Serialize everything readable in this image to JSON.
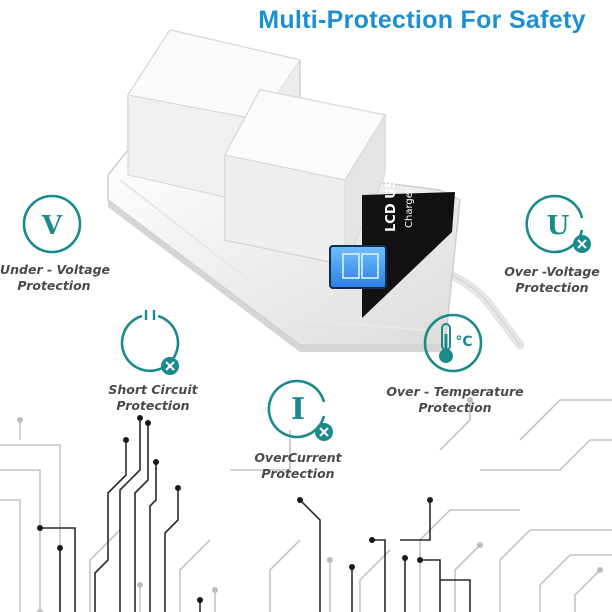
{
  "title": {
    "part1": "Multi-Protection For",
    "part2": "Safety"
  },
  "charger": {
    "display_text": "LCD USB",
    "display_sub": "Charger"
  },
  "features": [
    {
      "icon": "voltage-v-icon",
      "line1": "Under - Voltage",
      "line2": "Protection"
    },
    {
      "icon": "over-voltage-u-icon",
      "line1": "Over -Voltage",
      "line2": "Protection"
    },
    {
      "icon": "short-circuit-icon",
      "line1": "Short Circuit",
      "line2": "Protection"
    },
    {
      "icon": "temperature-icon",
      "line1": "Over - Temperature",
      "line2": "Protection"
    },
    {
      "icon": "overcurrent-i-icon",
      "line1": "OverCurrent",
      "line2": "Protection"
    }
  ],
  "icon_glyphs": {
    "under_voltage": "V",
    "over_voltage": "U",
    "overcurrent": "I",
    "temperature": "°C"
  },
  "colors": {
    "teal": "#1a8a8a",
    "title_blue": "#1c8fd4",
    "title_navy": "#1f2c6b",
    "label_gray": "#4a4a4a",
    "circuit_gray": "#b8b8b8",
    "circuit_dark": "#222222",
    "lcd_blue": "#3aa0ff"
  }
}
